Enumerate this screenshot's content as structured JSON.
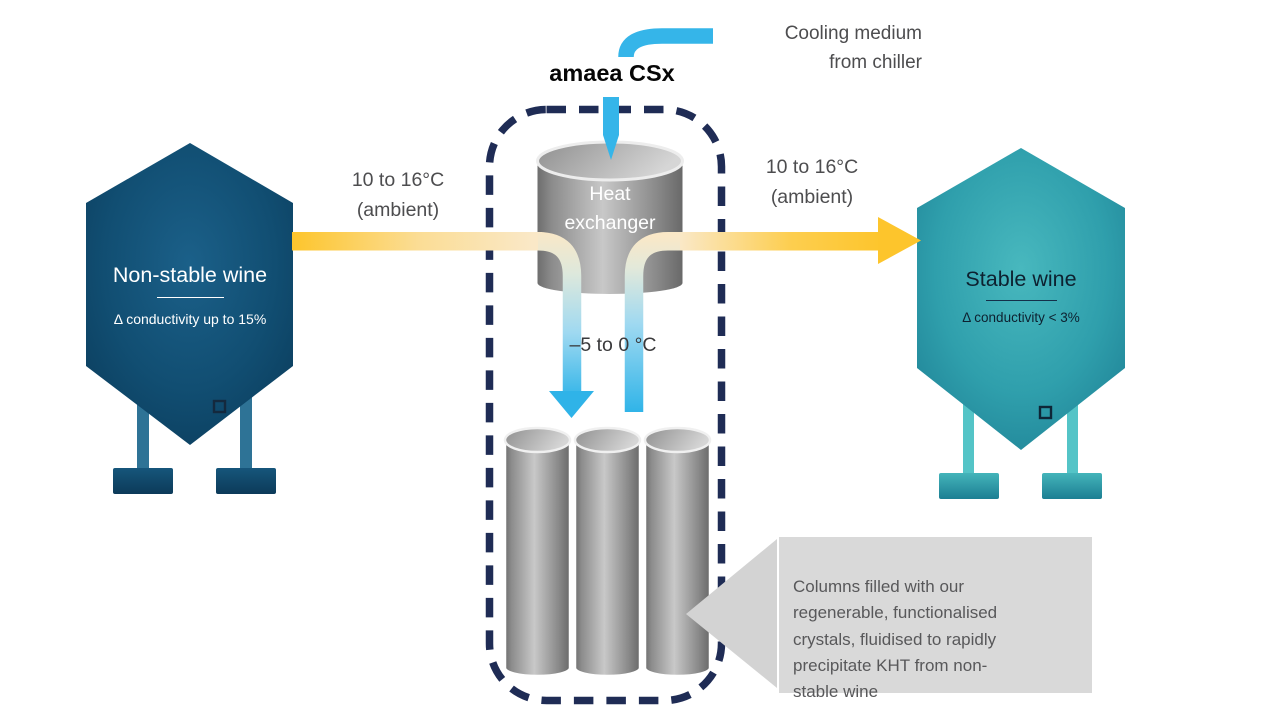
{
  "chiller": {
    "label": "Cooling medium\nfrom chiller"
  },
  "system": {
    "title": "amaea CSx"
  },
  "flows": {
    "left_temp": "10 to 16°C\n(ambient)",
    "right_temp": "10 to 16°C\n(ambient)",
    "cold_temp": "–5 to 0 °C"
  },
  "heat_exchanger": {
    "label": "Heat\nexchanger"
  },
  "tanks": {
    "left": {
      "title": "Non-stable wine",
      "subtitle": "Δ conductivity up to 15%"
    },
    "right": {
      "title": "Stable wine",
      "subtitle": "Δ conductivity < 3%"
    }
  },
  "callout": {
    "text": "Columns filled with our\nregenerable, functionalised\ncrystals, fluidised to rapidly\nprecipitate KHT from non-\nstable wine"
  },
  "colors": {
    "cyan": "#35B5E9",
    "yellow": "#FDC52C",
    "yellow_pale": "#FAE8C7",
    "navy_dash": "#1F2C55",
    "gray_label": "#4D4D4F",
    "left_tank_center": "#17587D",
    "left_tank_edge": "#0B3C5C",
    "right_tank_center": "#46B6BC",
    "right_tank_edge": "#1C7D92",
    "callout_bg": "#D9D9D9",
    "callout_text": "#58585A"
  }
}
